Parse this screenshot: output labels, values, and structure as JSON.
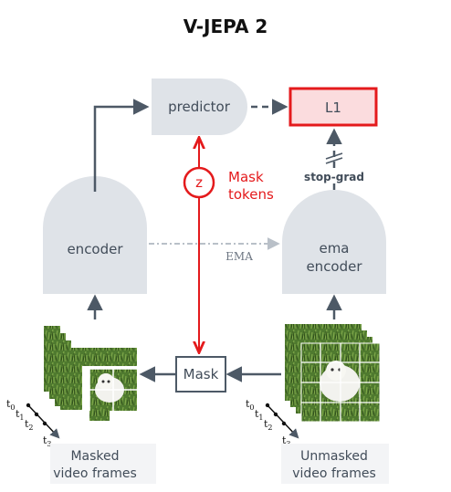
{
  "title": "V-JEPA 2",
  "nodes": {
    "predictor": "predictor",
    "loss": "L1",
    "encoder": "encoder",
    "ema_encoder_line1": "ema",
    "ema_encoder_line2": "encoder",
    "mask": "Mask",
    "z": "z"
  },
  "labels": {
    "mask_tokens_line1": "Mask",
    "mask_tokens_line2": "tokens",
    "stop_grad": "stop-grad",
    "ema": "EMA"
  },
  "captions": {
    "masked_line1": "Masked",
    "masked_line2": "video frames",
    "unmasked_line1": "Unmasked",
    "unmasked_line2": "video frames"
  },
  "time_labels": [
    "t",
    "t",
    "t",
    "t"
  ],
  "time_subscripts": [
    "0",
    "1",
    "2",
    "3"
  ],
  "colors": {
    "node_fill": "#dfe3e8",
    "arrow": "#4d5966",
    "accent_red": "#e41a1c",
    "loss_fill": "#fbdcde"
  }
}
